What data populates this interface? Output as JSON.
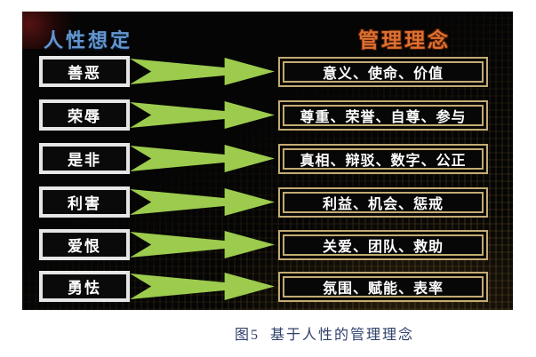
{
  "panel": {
    "left_title": "人性想定",
    "right_title": "管理理念"
  },
  "rows": [
    {
      "left": "善恶",
      "right": "意义、使命、价值"
    },
    {
      "left": "荣辱",
      "right": "尊重、荣誉、自尊、参与"
    },
    {
      "left": "是非",
      "right": "真相、辩驳、数字、公正"
    },
    {
      "left": "利害",
      "right": "利益、机会、惩戒"
    },
    {
      "left": "爱恨",
      "right": "关爱、团队、救助"
    },
    {
      "left": "勇怯",
      "right": "氛围、赋能、表率"
    }
  ],
  "caption": "图5  基于人性的管理理念",
  "icons": {
    "arrow": "right-arrow-icon"
  },
  "colors": {
    "arrow_green": "#9ccb4e",
    "left_title_blue": "#6495cd",
    "right_title_orange": "#dd7030",
    "left_box_border": "#e6e6e6",
    "right_box_border": "#c3ab72",
    "caption_blue": "#30406b",
    "panel_background": "#050505"
  }
}
